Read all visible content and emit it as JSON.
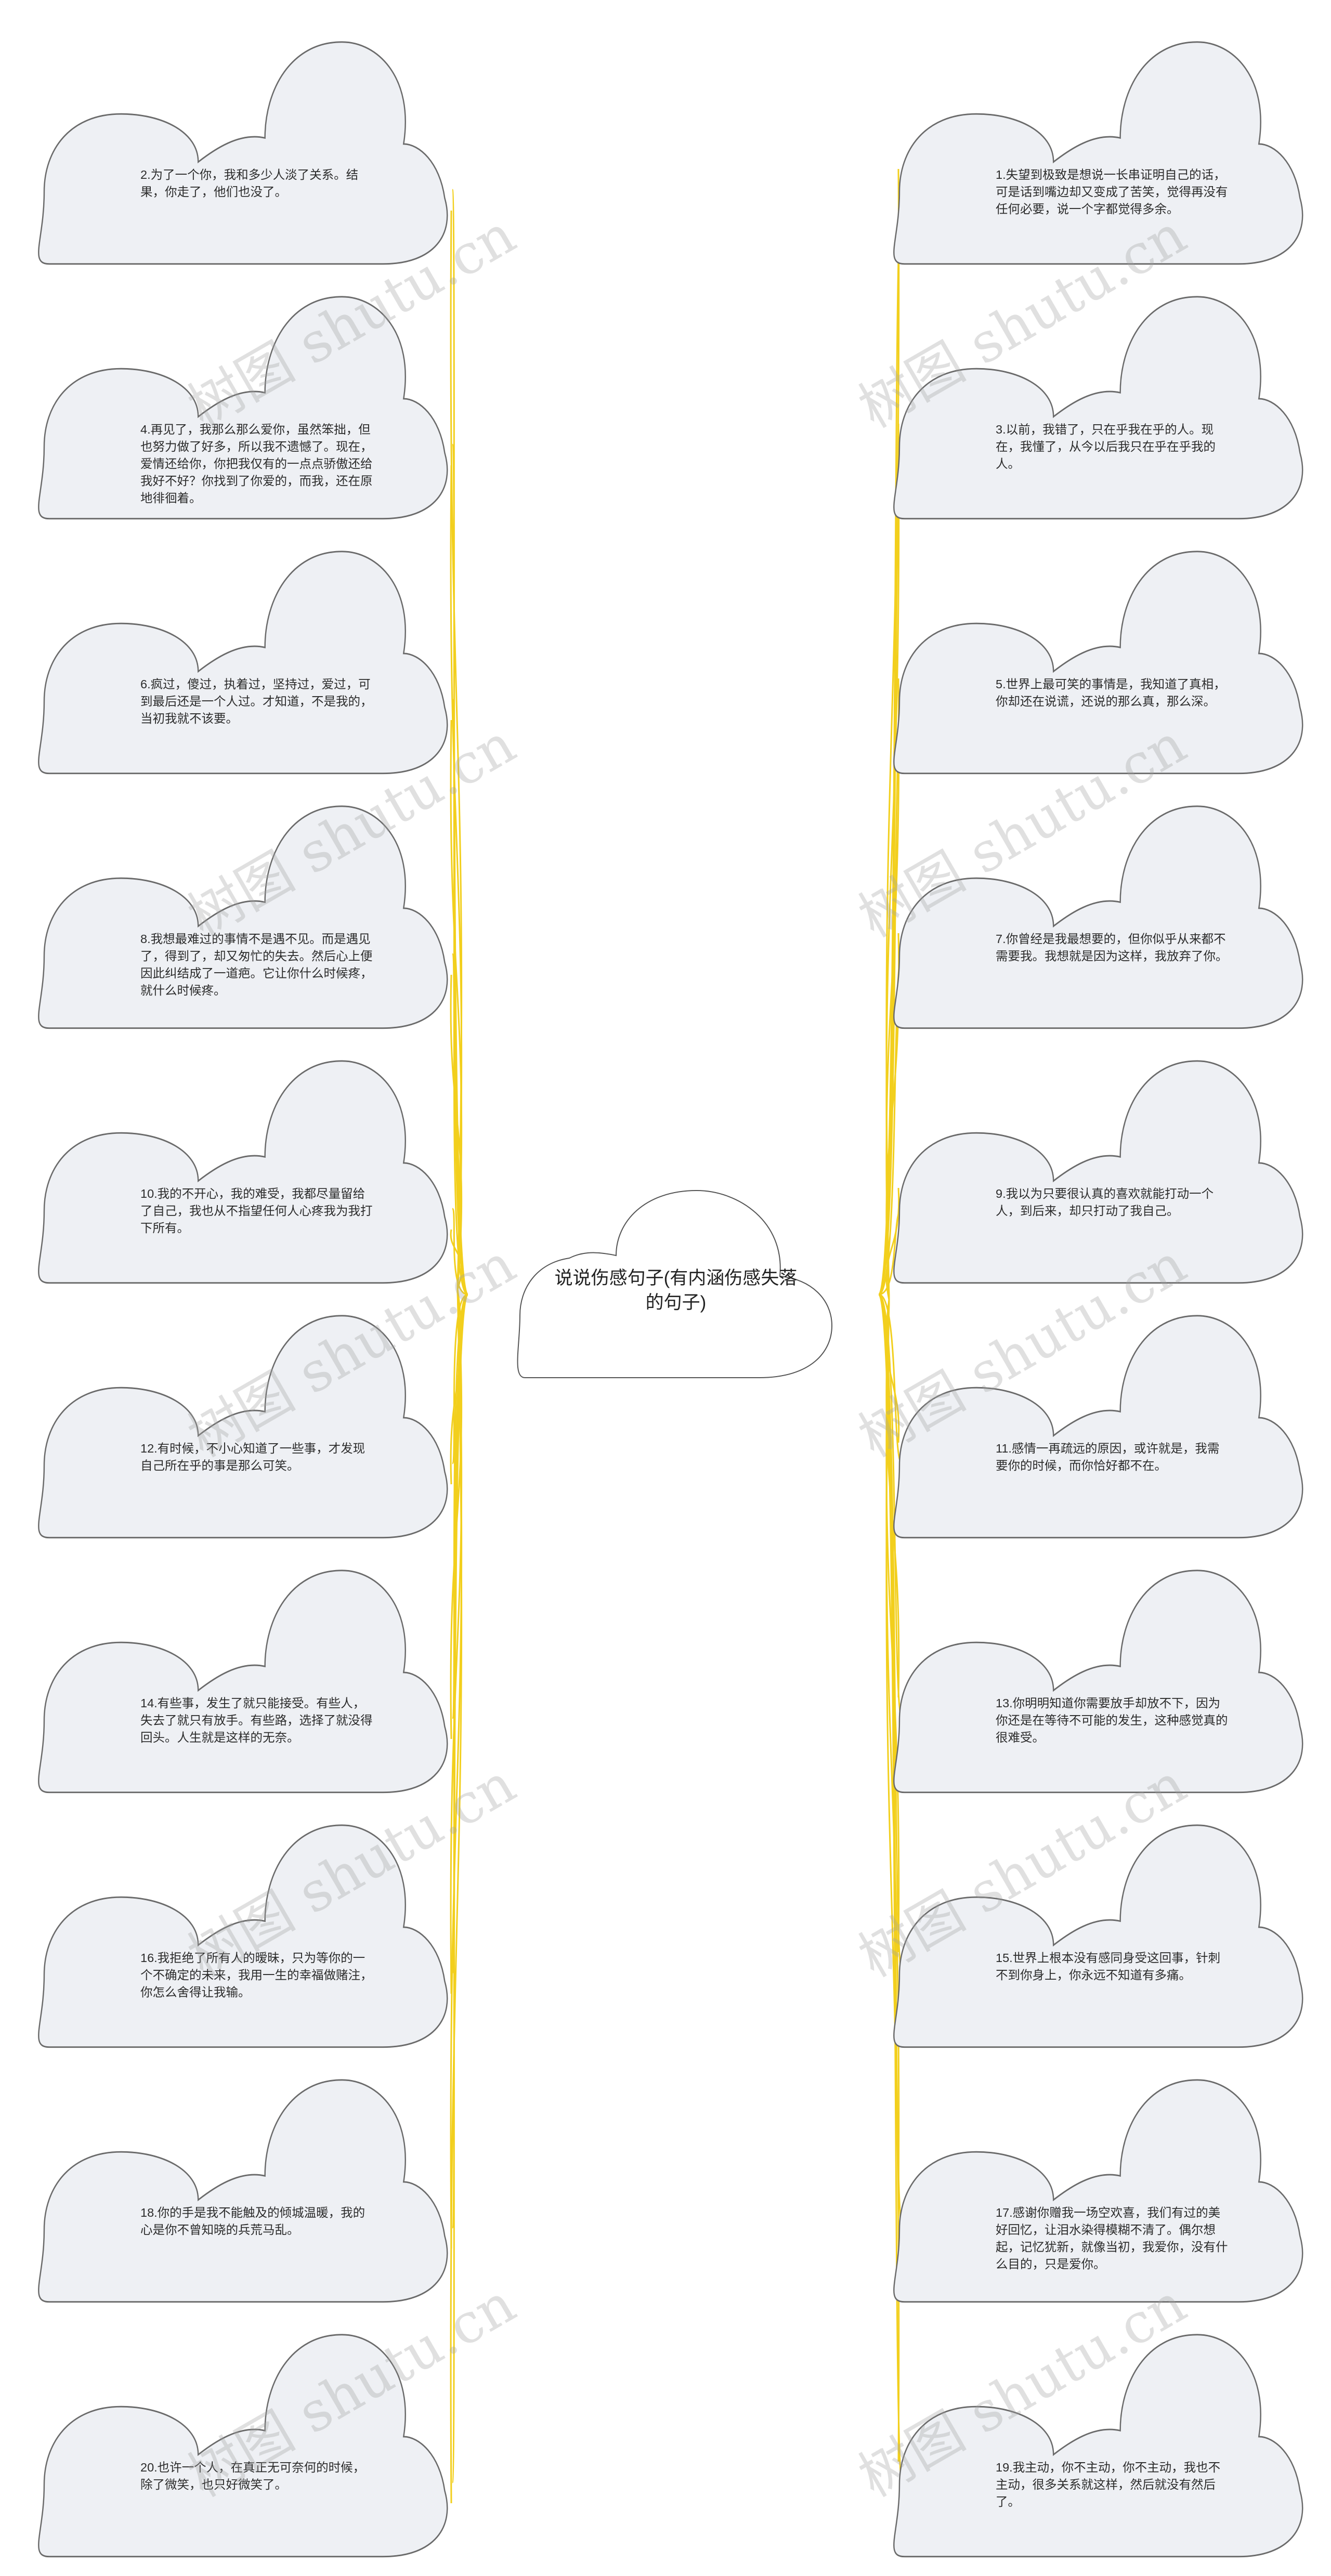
{
  "center": {
    "title": "说说伤感句子(有内涵伤感失落的句子)"
  },
  "left_nodes": [
    "2.为了一个你，我和多少人淡了关系。结果，你走了，他们也没了。",
    "4.再见了，我那么那么爱你，虽然笨拙，但也努力做了好多，所以我不遗憾了。现在，爱情还给你，你把我仅有的一点点骄傲还给我好不好？你找到了你爱的，而我，还在原地徘徊着。",
    "6.疯过，傻过，执着过，坚持过，爱过，可到最后还是一个人过。才知道，不是我的，当初我就不该要。",
    "8.我想最难过的事情不是遇不见。而是遇见了，得到了，却又匆忙的失去。然后心上便因此纠结成了一道疤。它让你什么时候疼，就什么时候疼。",
    "10.我的不开心，我的难受，我都尽量留给了自己，我也从不指望任何人心疼我为我打下所有。",
    "12.有时候，不小心知道了一些事，才发现自己所在乎的事是那么可笑。",
    "14.有些事，发生了就只能接受。有些人，失去了就只有放手。有些路，选择了就没得回头。人生就是这样的无奈。",
    "16.我拒绝了所有人的暧昧，只为等你的一个不确定的未来，我用一生的幸福做赌注，你怎么舍得让我输。",
    "18.你的手是我不能触及的倾城温暖，我的心是你不曾知晓的兵荒马乱。",
    "20.也许一个人，在真正无可奈何的时候，除了微笑，也只好微笑了。"
  ],
  "right_nodes": [
    "1.失望到极致是想说一长串证明自己的话，可是话到嘴边却又变成了苦笑，觉得再没有任何必要，说一个字都觉得多余。",
    "3.以前，我错了，只在乎我在乎的人。现在，我懂了，从今以后我只在乎在乎我的人。",
    "5.世界上最可笑的事情是，我知道了真相，你却还在说谎，还说的那么真，那么深。",
    "7.你曾经是我最想要的，但你似乎从来都不需要我。我想就是因为这样，我放弃了你。",
    "9.我以为只要很认真的喜欢就能打动一个人，到后来，却只打动了我自己。",
    "11.感情一再疏远的原因，或许就是，我需要你的时候，而你恰好都不在。",
    "13.你明明知道你需要放手却放不下，因为你还是在等待不可能的发生，这种感觉真的很难受。",
    "15.世界上根本没有感同身受这回事，针刺不到你身上，你永远不知道有多痛。",
    "17.感谢你赠我一场空欢喜，我们有过的美好回忆，让泪水染得模糊不清了。偶尔想起，记忆犹新，就像当初，我爱你，没有什么目的，只是爱你。",
    "19.我主动，你不主动，你不主动，我也不主动，很多关系就这样，然后就没有然后了。"
  ],
  "watermark": "树图 shutu.cn",
  "colors": {
    "connector": "#f2cf1d",
    "cloud_fill": "#eef0f4",
    "cloud_stroke": "#6a6a6a"
  }
}
